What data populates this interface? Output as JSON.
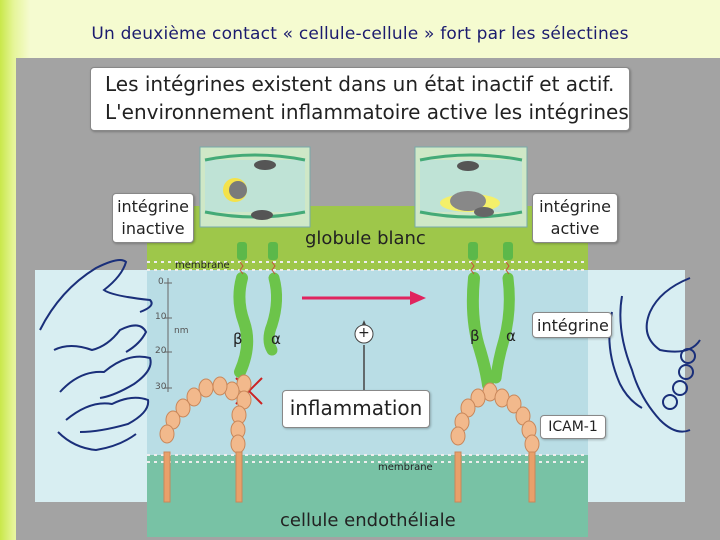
{
  "slide_title": "Un deuxième contact « cellule-cellule » fort par les sélectines",
  "headline": {
    "line1": "Les intégrines existent dans un état inactif et actif.",
    "line2": "L'environnement inflammatoire active les intégrines"
  },
  "labels": {
    "integrine_inactive_1": "intégrine",
    "integrine_inactive_2": "inactive",
    "integrine_active_1": "intégrine",
    "integrine_active_2": "active",
    "globule_blanc": "globule blanc",
    "membrane_top": "membrane",
    "membrane_bottom": "membrane",
    "integrine": "intégrine",
    "inflammation": "inflammation",
    "icam": "ICAM-1",
    "cellule_endotheliale": "cellule endothéliale",
    "beta": "β",
    "alpha": "α",
    "plus": "+"
  },
  "scale": {
    "ticks": [
      "0",
      "10",
      "20",
      "30"
    ],
    "unit": "nm"
  },
  "colors": {
    "background": "#f3f9c9",
    "title": "#1b1b6e",
    "panel": "#a3a3a3",
    "leukocyte": "#9ec74a",
    "medium": "#b9dde5",
    "endothelium": "#78c2a5",
    "integrin": "#5cb84a",
    "icam": "#f2b98c",
    "arrow": "#e0245e",
    "hand": "#1a2f7a"
  },
  "icons": [
    "left-hand-drawing",
    "right-hand-drawing",
    "activation-arrow",
    "block-cross"
  ]
}
